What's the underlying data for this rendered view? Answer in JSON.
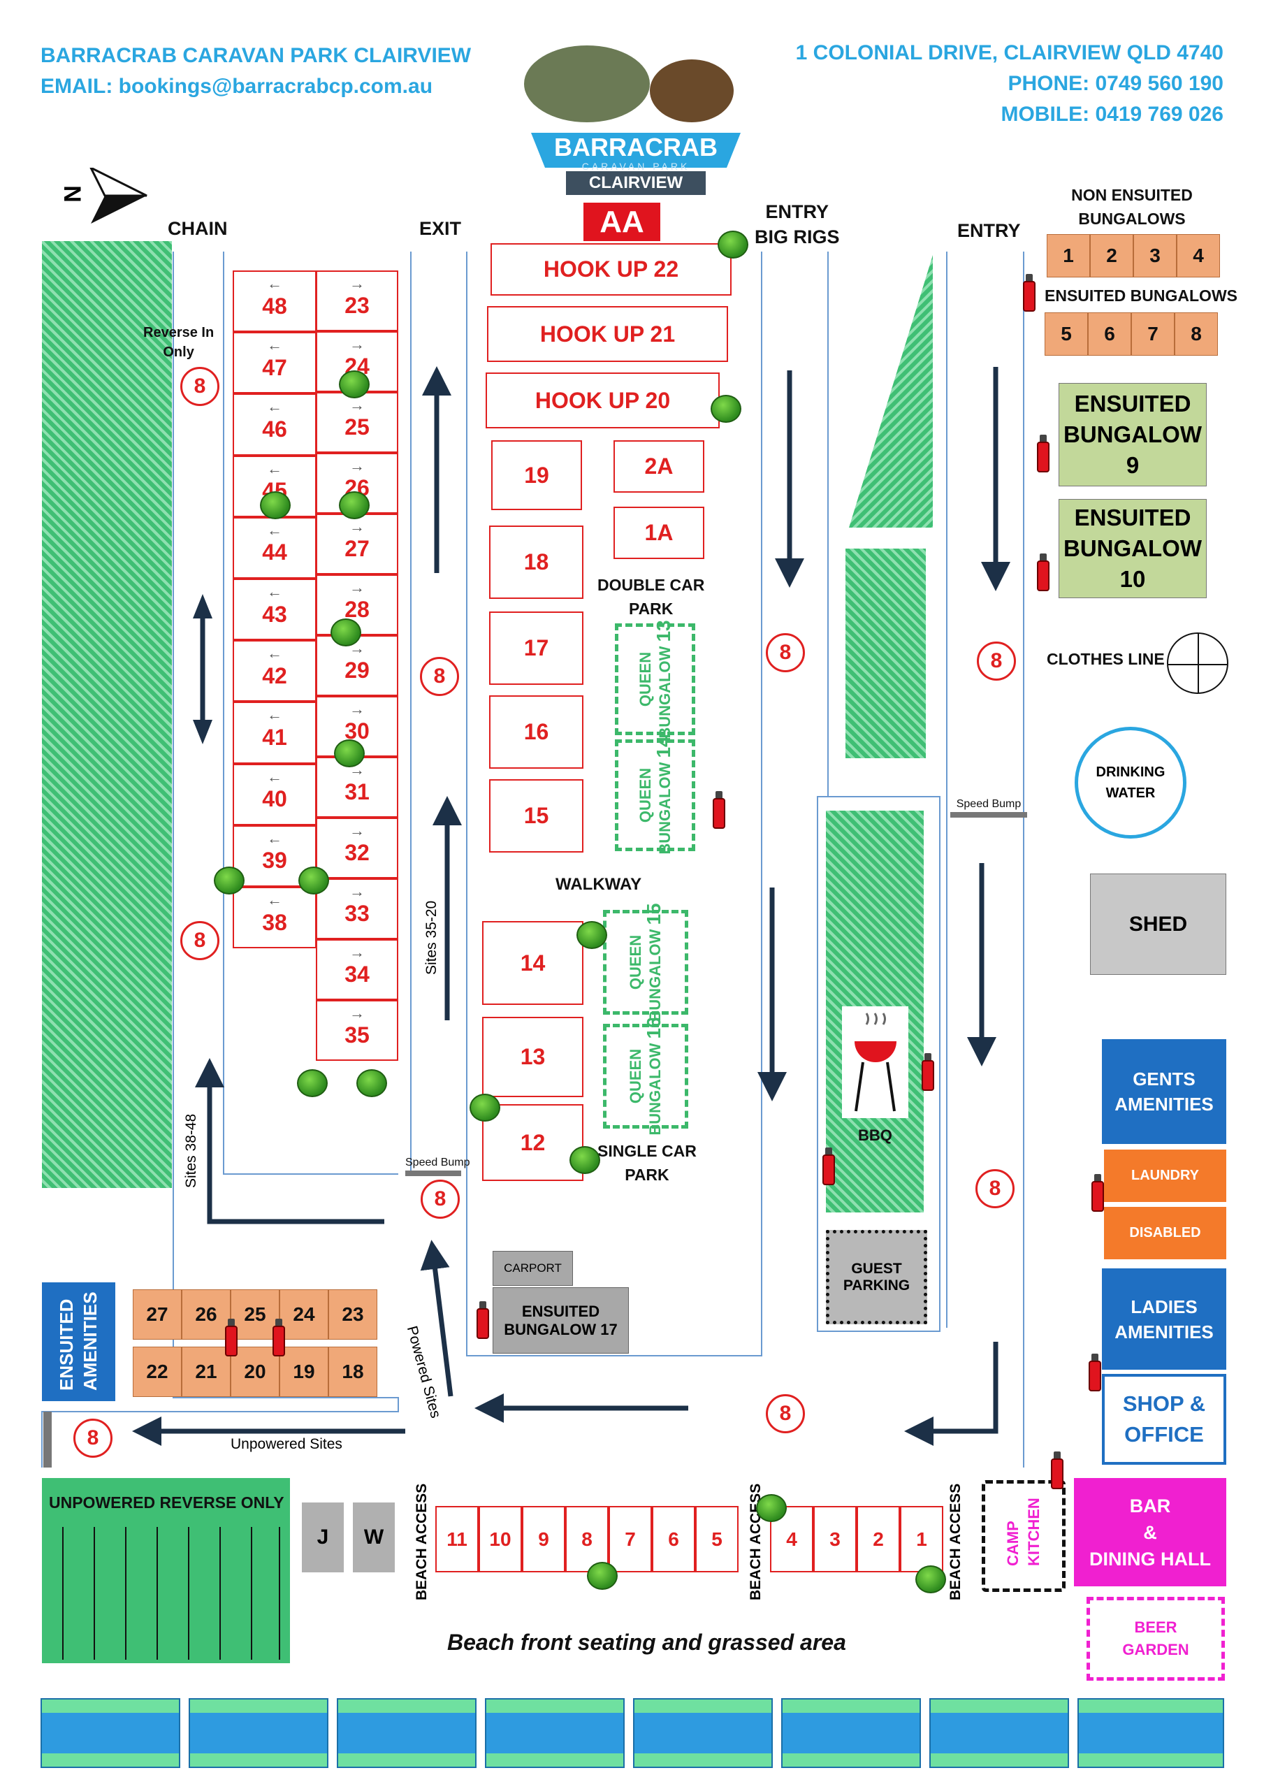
{
  "header": {
    "park_name": "BARRACRAB CARAVAN PARK CLAIRVIEW",
    "email": "EMAIL: bookings@barracrabcp.com.au",
    "address": "1 COLONIAL DRIVE, CLAIRVIEW QLD 4740",
    "phone": "PHONE: 0749 560 190",
    "mobile": "MOBILE: 0419 769 026"
  },
  "logo": {
    "brand": "BARRACRAB",
    "sub": "CARAVAN PARK",
    "place": "CLAIRVIEW"
  },
  "compass": "N",
  "top_labels": {
    "chain": "CHAIN",
    "exit": "EXIT",
    "aa": "AA",
    "entry_big_rigs": "ENTRY\nBIG RIGS",
    "entry": "ENTRY"
  },
  "left_rows": {
    "left": [
      "48",
      "47",
      "46",
      "45",
      "44",
      "43",
      "42",
      "41",
      "40",
      "39",
      "38"
    ],
    "right": [
      "23",
      "24",
      "25",
      "26",
      "27",
      "28",
      "29",
      "30",
      "31",
      "32",
      "33",
      "34",
      "35"
    ]
  },
  "reverse_in": "Reverse In\nOnly",
  "hookups": [
    "HOOK UP 22",
    "HOOK UP 21",
    "HOOK UP 20"
  ],
  "centre_sites": [
    "19",
    "18",
    "17",
    "16",
    "15"
  ],
  "centre_small": [
    "2A",
    "1A"
  ],
  "double_car_park": "DOUBLE CAR\nPARK",
  "queen": {
    "label": "QUEEN\nBUNGALOW",
    "b13": "13",
    "b14": "14",
    "b15": "15",
    "b16": "16"
  },
  "walkway": "WALKWAY",
  "lower_sites": [
    "14",
    "13",
    "12"
  ],
  "single_car_park": "SINGLE CAR\nPARK",
  "speed_bump": "Speed Bump",
  "speed_limit": "8",
  "sites_35_20": "Sites 35-20",
  "sites_38_48": "Sites 38-48",
  "powered_sites": "Powered Sites",
  "unpowered_sites": "Unpowered Sites",
  "carport": "CARPORT",
  "ensuited_17": "ENSUITED\nBUNGALOW 17",
  "ensuited_amenities": "ENSUITED\nAMENITIES",
  "cabins_top": [
    "27",
    "26",
    "25",
    "24",
    "23"
  ],
  "cabins_bottom": [
    "22",
    "21",
    "20",
    "19",
    "18"
  ],
  "non_ensuited_title": "NON ENSUITED\nBUNGALOWS",
  "non_ensuited": [
    "1",
    "2",
    "3",
    "4"
  ],
  "ensuited_title": "ENSUITED BUNGALOWS",
  "ensuited": [
    "5",
    "6",
    "7",
    "8"
  ],
  "ensuited_9": "ENSUITED\nBUNGALOW\n9",
  "ensuited_10": "ENSUITED\nBUNGALOW\n10",
  "clothes_line": "CLOTHES LINE",
  "drinking_water": "DRINKING\nWATER",
  "shed": "SHED",
  "bbq": "BBQ",
  "guest_parking": "GUEST\nPARKING",
  "gents": "GENTS\nAMENITIES",
  "laundry": "LAUNDRY",
  "disabled": "DISABLED",
  "ladies": "LADIES\nAMENITIES",
  "shop": "SHOP &\nOFFICE",
  "unpowered_reverse": "UNPOWERED REVERSE ONLY",
  "toilets": [
    "J",
    "W"
  ],
  "beach_access": "BEACH ACCESS",
  "beach_sites_a": [
    "11",
    "10",
    "9",
    "8",
    "7",
    "6",
    "5"
  ],
  "beach_sites_b": [
    "4",
    "3",
    "2",
    "1"
  ],
  "camp_kitchen": "CAMP\nKITCHEN",
  "bar": "BAR\n&\nDINING HALL",
  "beer_garden": "BEER\nGARDEN",
  "beach_front": "Beach front seating and grassed area",
  "colors": {
    "site_red": "#e02020",
    "header_blue": "#2aa6e0",
    "grass_green": "#3fbf74",
    "amenity_blue": "#1f6fc2",
    "laundry_orange": "#f47a2a",
    "bar_magenta": "#f020d0"
  }
}
